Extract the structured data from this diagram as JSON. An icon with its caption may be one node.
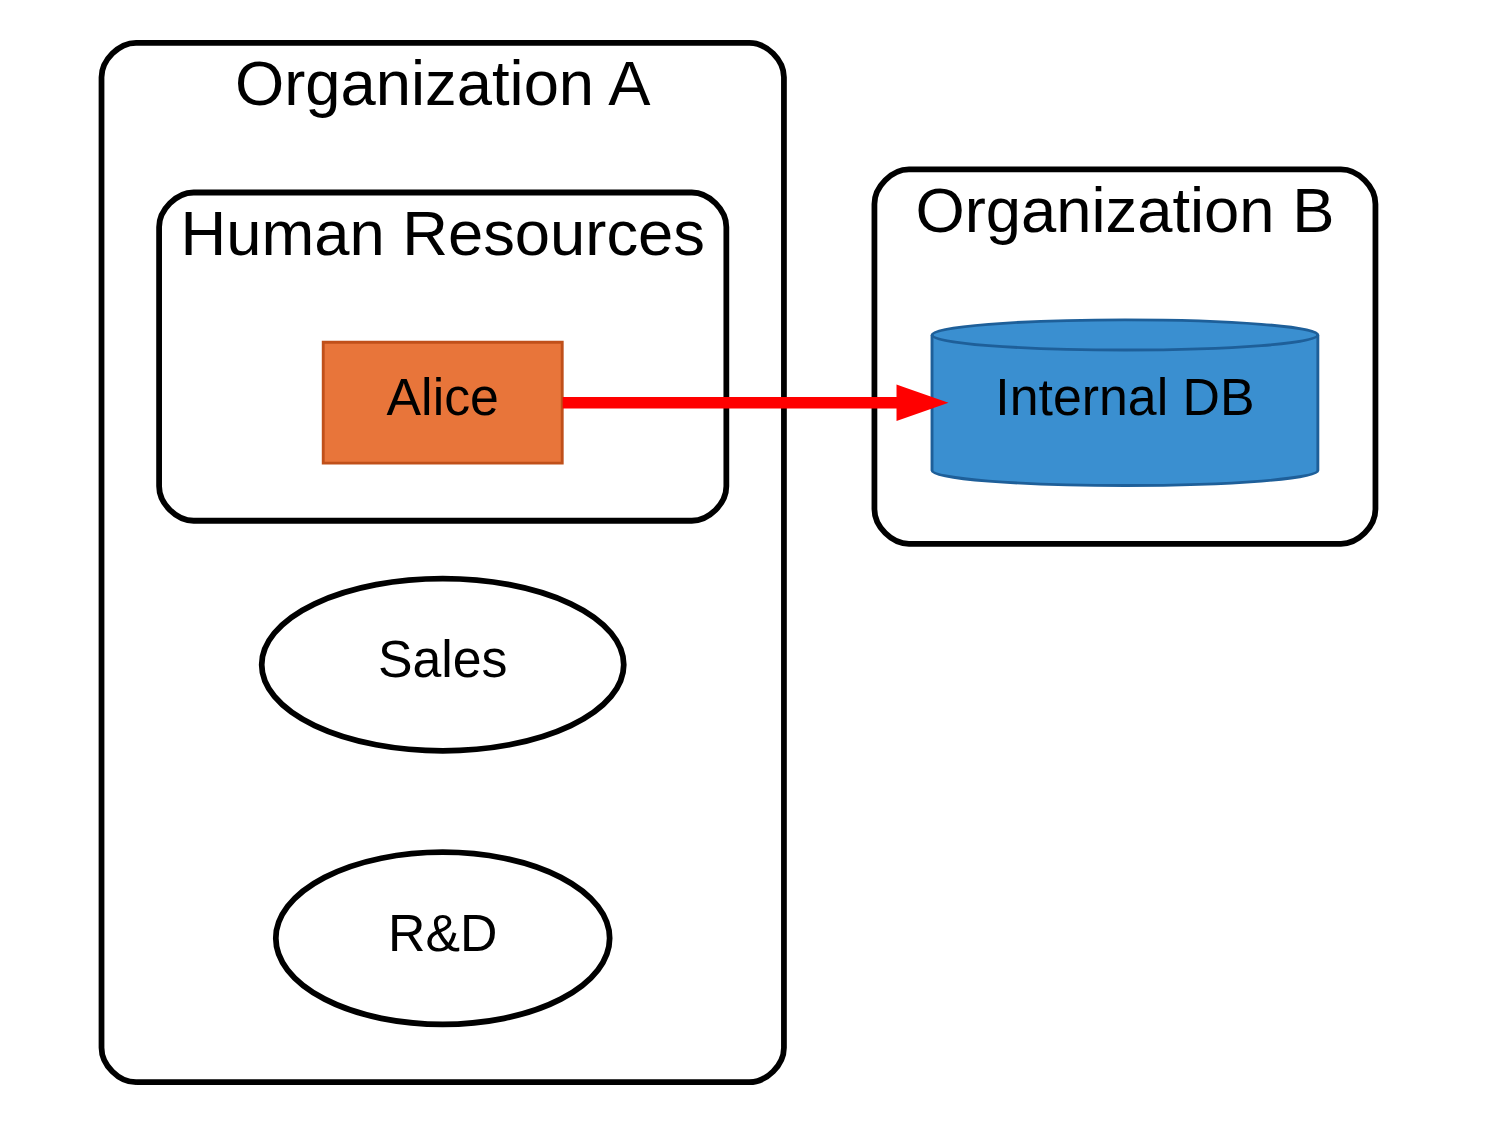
{
  "diagram": {
    "nodes": [
      {
        "text": [
          "Organization A"
        ]
      },
      {
        "text": [
          "Sales"
        ],
        "in": 0
      },
      {
        "text": [
          "R&D"
        ],
        "in": 0
      },
      {
        "text": [
          "Human Resources"
        ],
        "in": 0
      },
      {
        "text": [
          "Alice"
        ],
        "in": 3
      },
      {
        "text": [
          "Organization B"
        ]
      },
      {
        "text": [
          "Internal DB"
        ],
        "in": 5
      }
    ],
    "edges": [
      {
        "from": 4,
        "to": 6,
        "arrow": "to",
        "color": "#ff0000"
      }
    ]
  }
}
